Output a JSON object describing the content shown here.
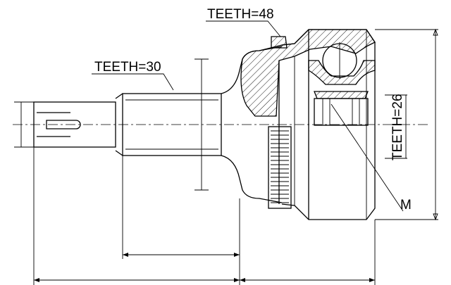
{
  "labels": {
    "teeth_top": "TEETH=48",
    "teeth_left": "TEETH=30",
    "teeth_right": "TEETH=26",
    "marker": "M"
  }
}
